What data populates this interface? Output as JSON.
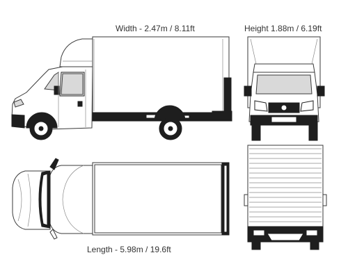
{
  "labels": {
    "width": "Width - 2.47m / 8.11ft",
    "height": "Height 1.88m / 6.19ft",
    "length": "Length - 5.98m / 19.6ft"
  },
  "colors": {
    "line": "#3a3a3a",
    "dark": "#1e1e1e",
    "glass": "#d9d9d9",
    "text": "#333333"
  }
}
